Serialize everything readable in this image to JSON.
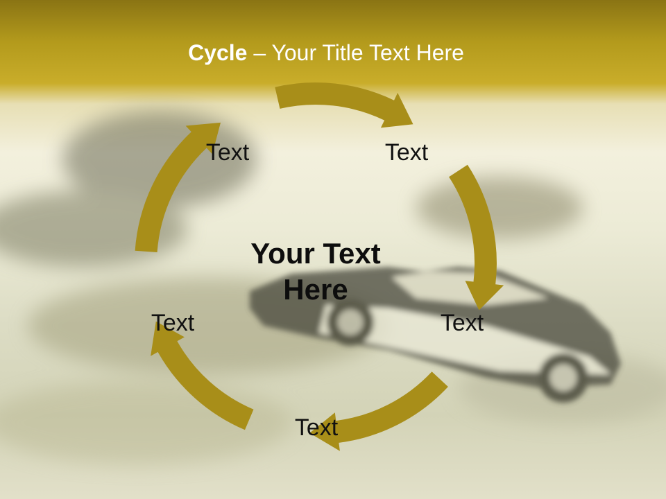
{
  "slide": {
    "title_bold": "Cycle",
    "title_rest": " – Your Title Text Here",
    "center_text": "Your Text Here",
    "nodes": [
      "Text",
      "Text",
      "Text",
      "Text",
      "Text"
    ]
  },
  "colors": {
    "arrow": "#a88e19",
    "header": "#b39a1c",
    "title_text": "#ffffff"
  },
  "icons": {
    "background": "blurred-car-photo",
    "arrows": "curved-arrow"
  }
}
